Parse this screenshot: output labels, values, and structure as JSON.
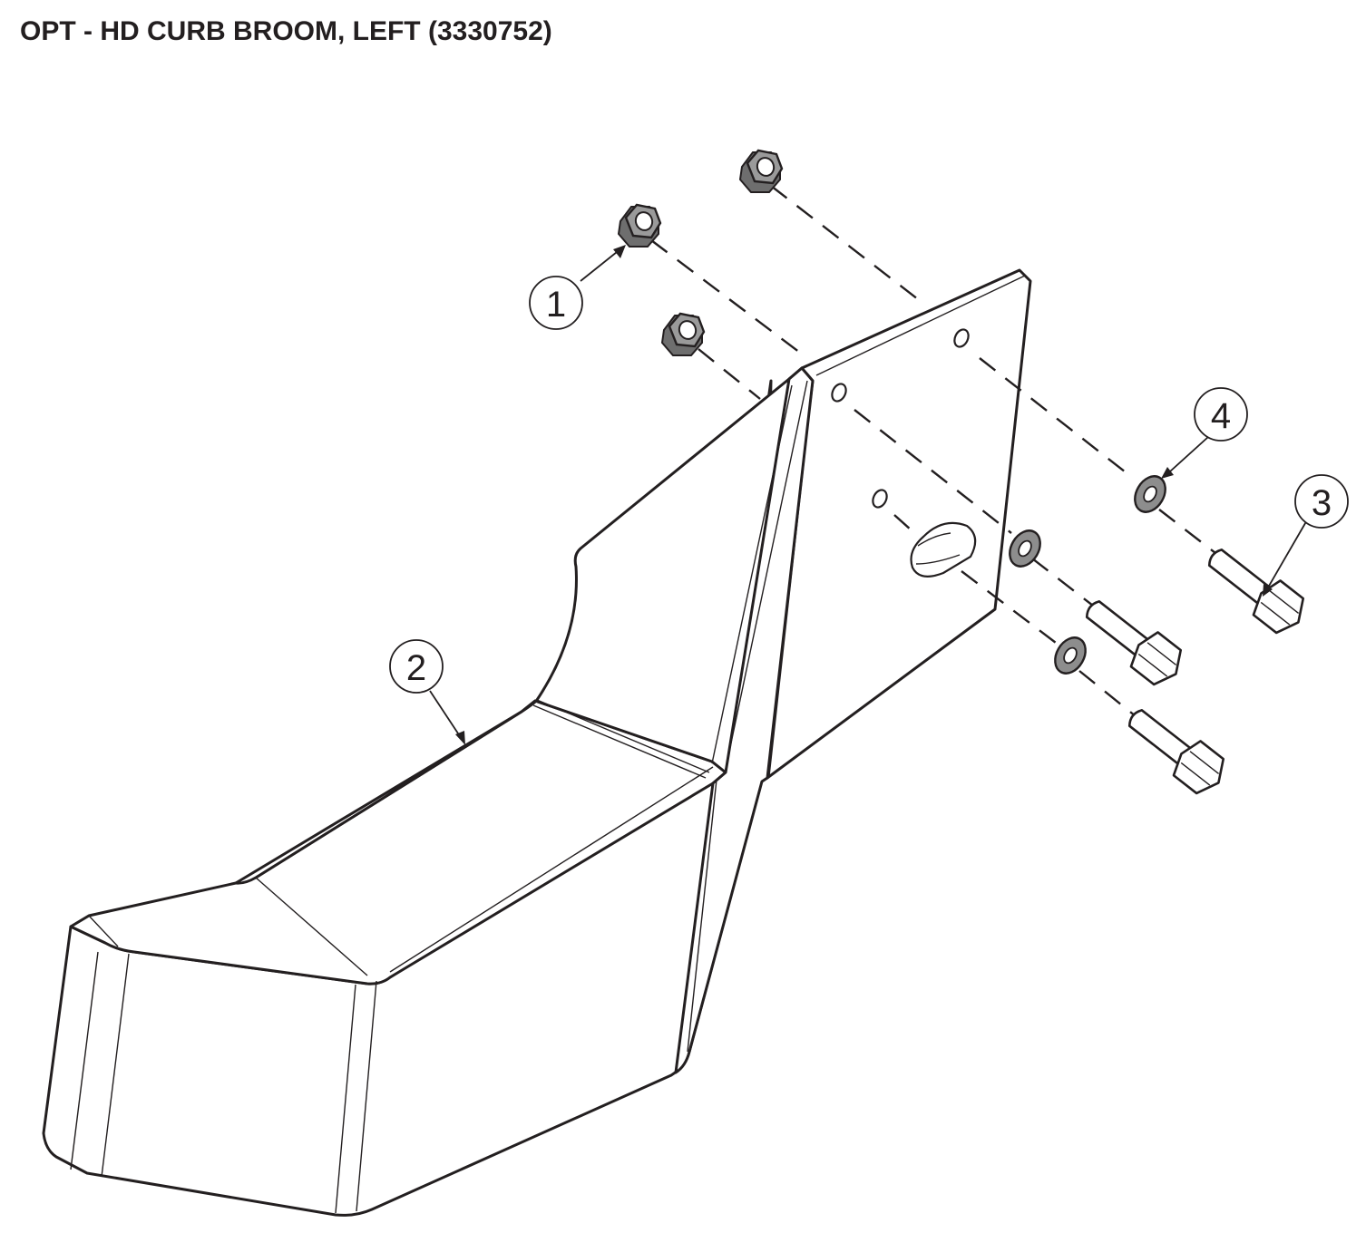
{
  "title": "OPT - HD CURB BROOM, LEFT (3330752)",
  "callouts": [
    {
      "number": "1",
      "part": "nut"
    },
    {
      "number": "2",
      "part": "curb-broom-bracket"
    },
    {
      "number": "3",
      "part": "bolt"
    },
    {
      "number": "4",
      "part": "washer"
    }
  ],
  "colors": {
    "line": "#231f20",
    "hardware_fill": "#9a9a9a",
    "background": "#ffffff"
  }
}
